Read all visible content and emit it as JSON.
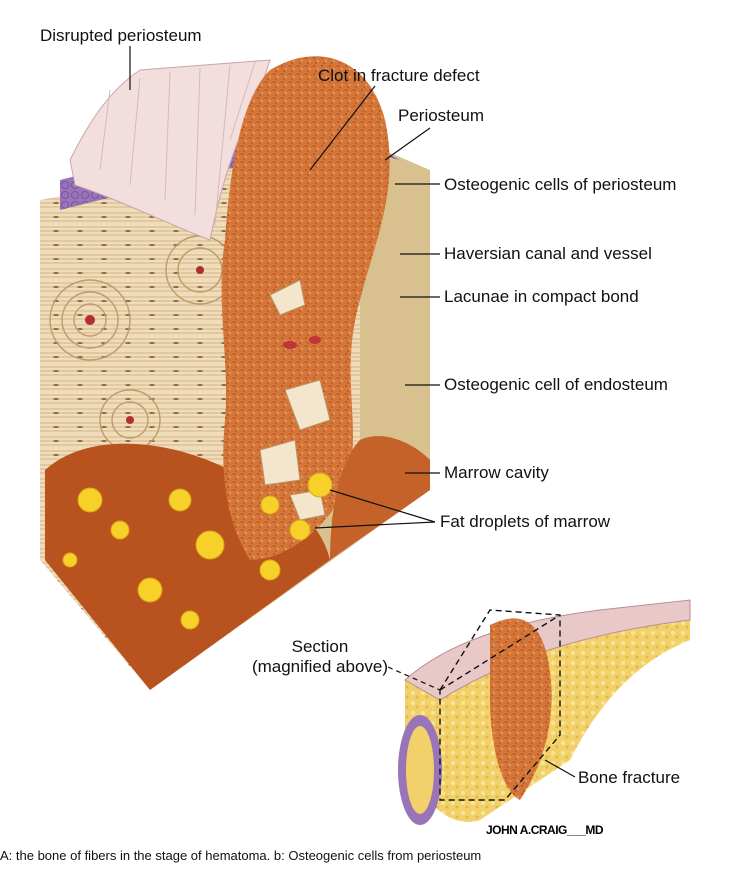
{
  "labels": {
    "disrupted_periosteum": "Disrupted periosteum",
    "clot": "Clot in fracture defect",
    "periosteum": "Periosteum",
    "osteogenic_periosteum": "Osteogenic cells of periosteum",
    "haversian": "Haversian canal and vessel",
    "lacunae": "Lacunae in compact bond",
    "osteogenic_endosteum": "Osteogenic cell of endosteum",
    "marrow_cavity": "Marrow cavity",
    "fat_droplets": "Fat droplets of marrow",
    "section_line1": "Section",
    "section_line2": "(magnified above)",
    "bone_fracture": "Bone fracture"
  },
  "signature": "JOHN A.CRAIG___MD",
  "caption": "A: the bone of fibers in the stage of hematoma. b: Osteogenic cells from periosteum"
}
